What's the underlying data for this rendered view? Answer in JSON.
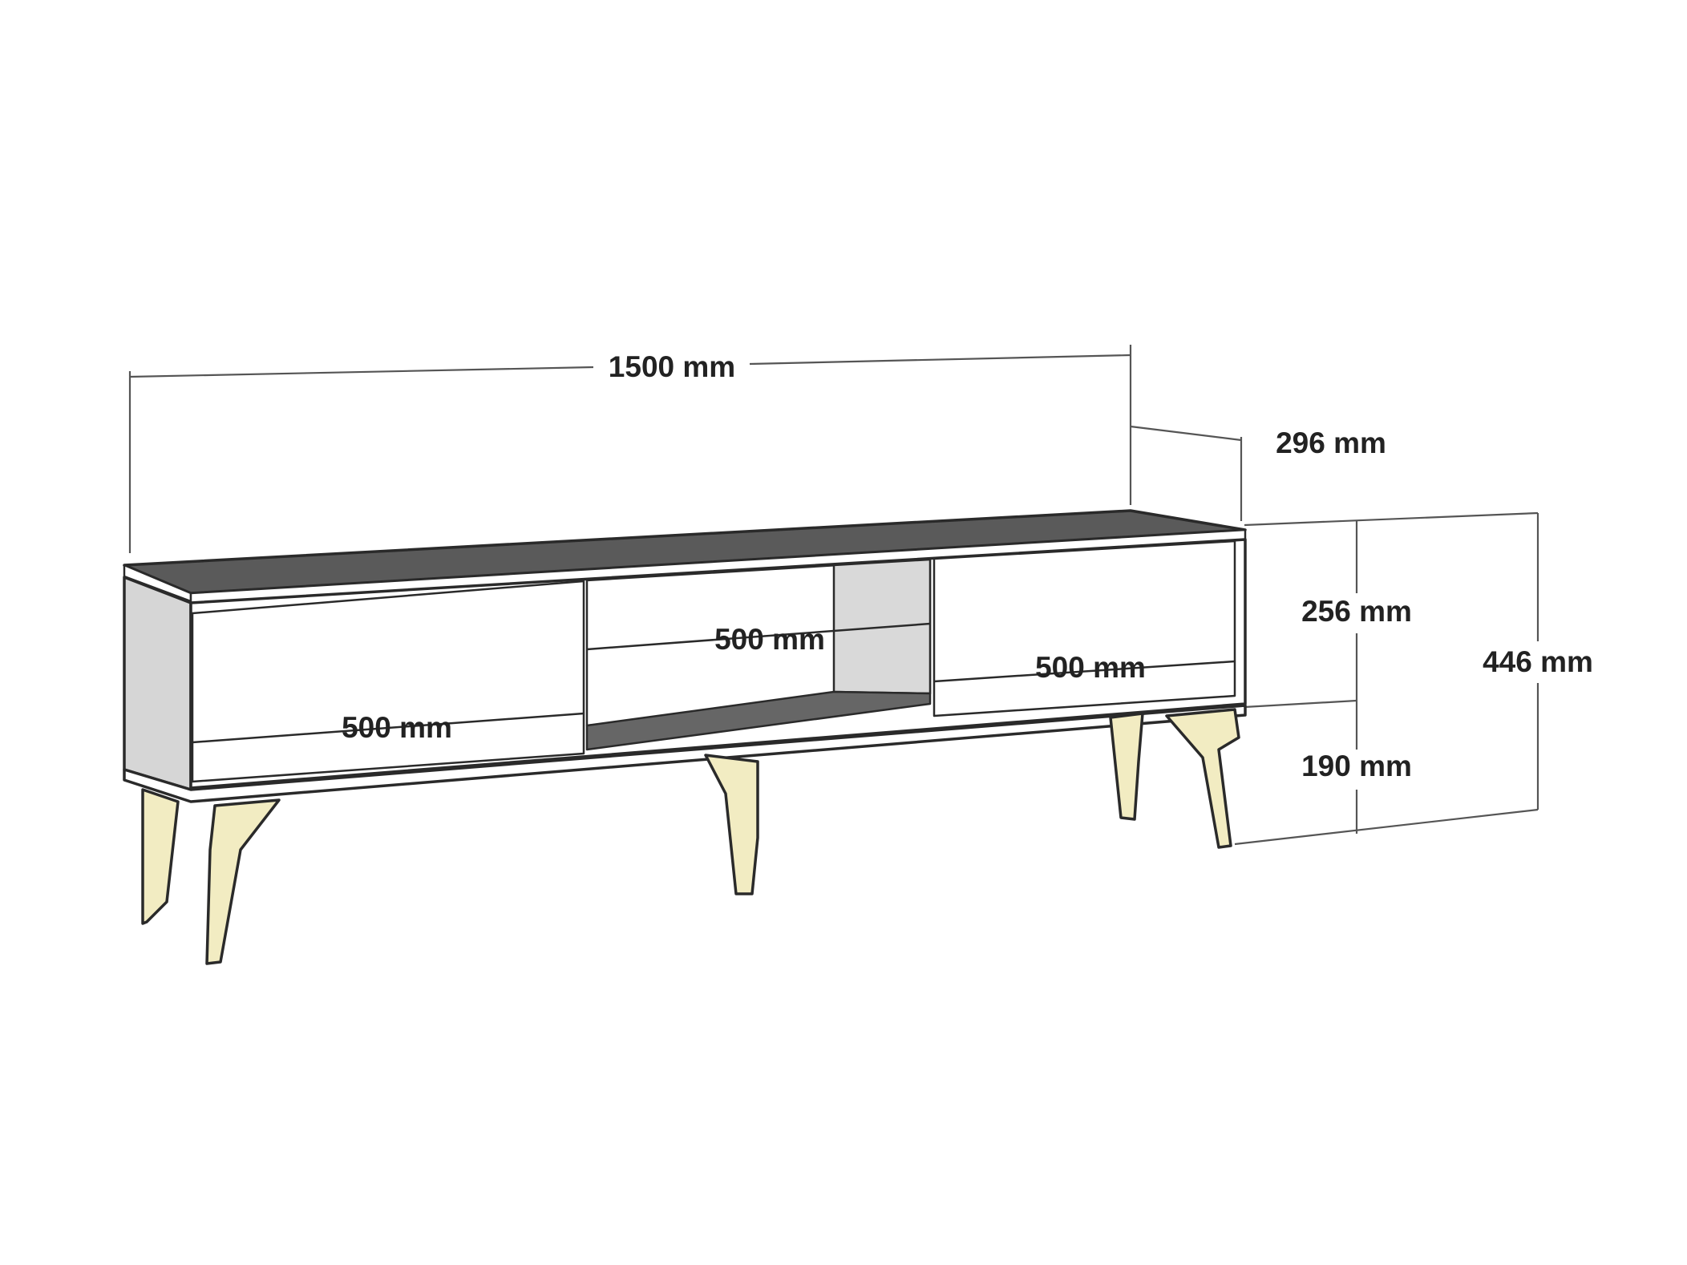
{
  "diagram": {
    "subject": "tv-stand",
    "colors": {
      "top_surface": "#5a5a5a",
      "body": "#ffffff",
      "side": "#d6d6d6",
      "inner_shelf": "#666666",
      "niche_back": "#d9d9d9",
      "leg": "#f2ecc2",
      "dimension_line": "#555555",
      "label": "#222222"
    },
    "dimensions": {
      "width": "1500 mm",
      "depth": "296 mm",
      "body_height": "256 mm",
      "leg_height": "190 mm",
      "total_height": "446 mm",
      "left_door_width": "500 mm",
      "center_niche_width": "500 mm",
      "right_door_width": "500 mm"
    }
  }
}
